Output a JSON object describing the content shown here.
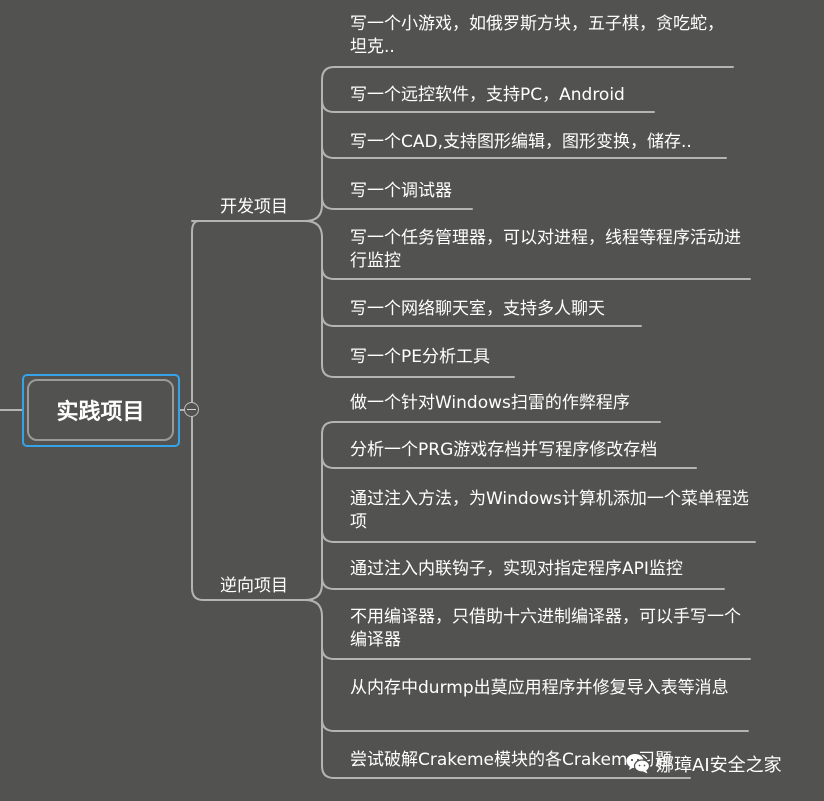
{
  "root": {
    "label": "实践项目"
  },
  "branches": [
    {
      "label": "开发项目",
      "items": [
        "写一个小游戏，如俄罗斯方块，五子棋，贪吃蛇，坦克..",
        "写一个远控软件，支持PC，Android",
        "写一个CAD,支持图形编辑，图形变换，储存..",
        "写一个调试器",
        "写一个任务管理器，可以对进程，线程等程序活动进行监控",
        "写一个网络聊天室，支持多人聊天",
        "写一个PE分析工具"
      ]
    },
    {
      "label": "逆向项目",
      "items": [
        "做一个针对Windows扫雷的作弊程序",
        "分析一个PRG游戏存档并写程序修改存档",
        "通过注入方法，为Windows计算机添加一个菜单程选项",
        "通过注入内联钩子，实现对指定程序API监控",
        "不用编译器，只借助十六进制编译器，可以手写一个编译器",
        "从内存中durmp出莫应用程序并修复导入表等消息",
        "尝试破解Crakeme模块的各Crakeme习题"
      ]
    }
  ],
  "watermark": {
    "text": "娜璋AI安全之家",
    "icon": "wechat-icon"
  },
  "colors": {
    "background": "#525350",
    "line": "#b4b4b4",
    "selection": "#36a3e8",
    "text": "#ffffff"
  }
}
